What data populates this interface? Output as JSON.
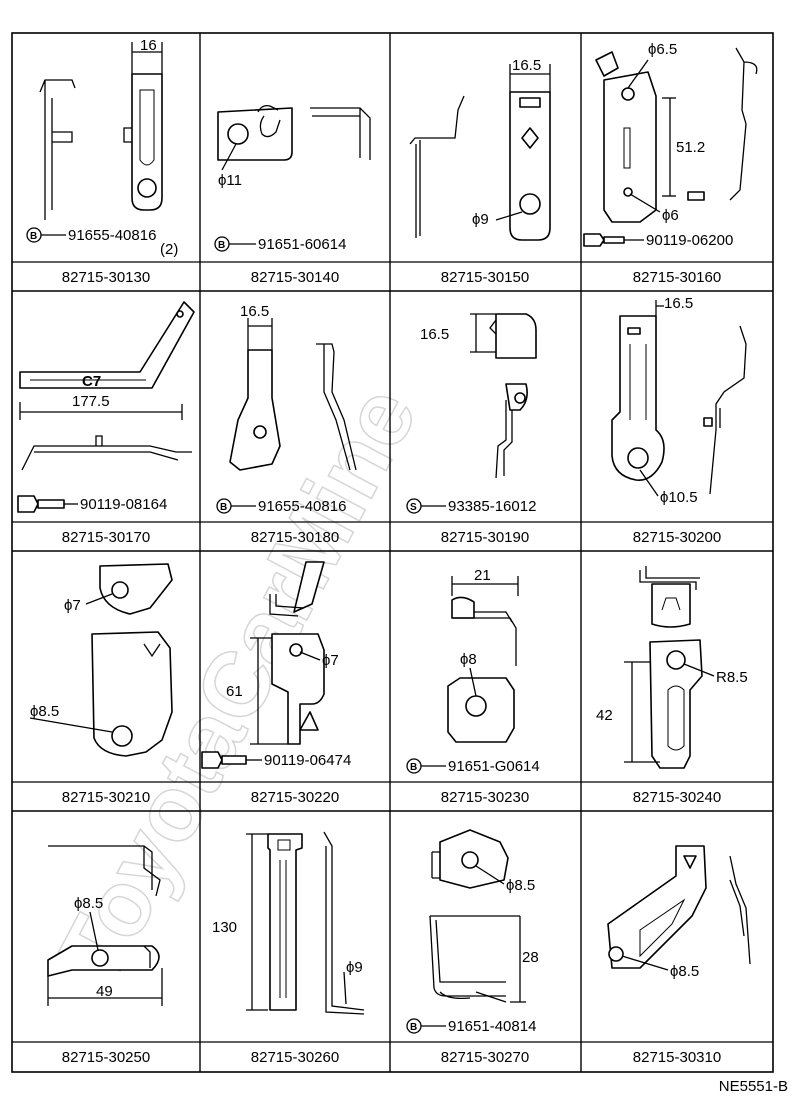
{
  "diagram_code": "NE5551-B",
  "watermark": "ToyotaCarMine",
  "cells": [
    {
      "part": "82715-30130",
      "notes": [
        {
          "t": "16"
        },
        {
          "t": "91655-40816",
          "sym": "B"
        },
        {
          "t": "(2)"
        }
      ]
    },
    {
      "part": "82715-30140",
      "notes": [
        {
          "t": "ϕ11"
        },
        {
          "t": "91651-60614",
          "sym": "B"
        }
      ]
    },
    {
      "part": "82715-30150",
      "notes": [
        {
          "t": "16.5"
        },
        {
          "t": "ϕ9"
        }
      ]
    },
    {
      "part": "82715-30160",
      "notes": [
        {
          "t": "ϕ6.5"
        },
        {
          "t": "51.2"
        },
        {
          "t": "ϕ6"
        },
        {
          "t": "90119-06200",
          "sym": "bolt"
        }
      ]
    },
    {
      "part": "82715-30170",
      "notes": [
        {
          "t": "177.5"
        },
        {
          "t": "90119-08164",
          "sym": "bolt"
        }
      ]
    },
    {
      "part": "82715-30180",
      "notes": [
        {
          "t": "16.5"
        },
        {
          "t": "91655-40816",
          "sym": "B"
        }
      ]
    },
    {
      "part": "82715-30190",
      "notes": [
        {
          "t": "16.5"
        },
        {
          "t": "93385-16012",
          "sym": "S"
        }
      ]
    },
    {
      "part": "82715-30200",
      "notes": [
        {
          "t": "16.5"
        },
        {
          "t": "ϕ10.5"
        }
      ]
    },
    {
      "part": "82715-30210",
      "notes": [
        {
          "t": "ϕ7"
        },
        {
          "t": "ϕ8.5"
        }
      ]
    },
    {
      "part": "82715-30220",
      "notes": [
        {
          "t": "ϕ7"
        },
        {
          "t": "61"
        },
        {
          "t": "90119-06474",
          "sym": "bolt"
        }
      ]
    },
    {
      "part": "82715-30230",
      "notes": [
        {
          "t": "21"
        },
        {
          "t": "ϕ8"
        },
        {
          "t": "91651-G0614",
          "sym": "B"
        }
      ]
    },
    {
      "part": "82715-30240",
      "notes": [
        {
          "t": "R8.5"
        },
        {
          "t": "42"
        }
      ]
    },
    {
      "part": "82715-30250",
      "notes": [
        {
          "t": "ϕ8.5"
        },
        {
          "t": "49"
        }
      ]
    },
    {
      "part": "82715-30260",
      "notes": [
        {
          "t": "130"
        },
        {
          "t": "ϕ9"
        }
      ]
    },
    {
      "part": "82715-30270",
      "notes": [
        {
          "t": "ϕ8.5"
        },
        {
          "t": "28"
        },
        {
          "t": "91651-40814",
          "sym": "B"
        }
      ]
    },
    {
      "part": "82715-30310",
      "notes": [
        {
          "t": "ϕ8.5"
        }
      ]
    }
  ]
}
